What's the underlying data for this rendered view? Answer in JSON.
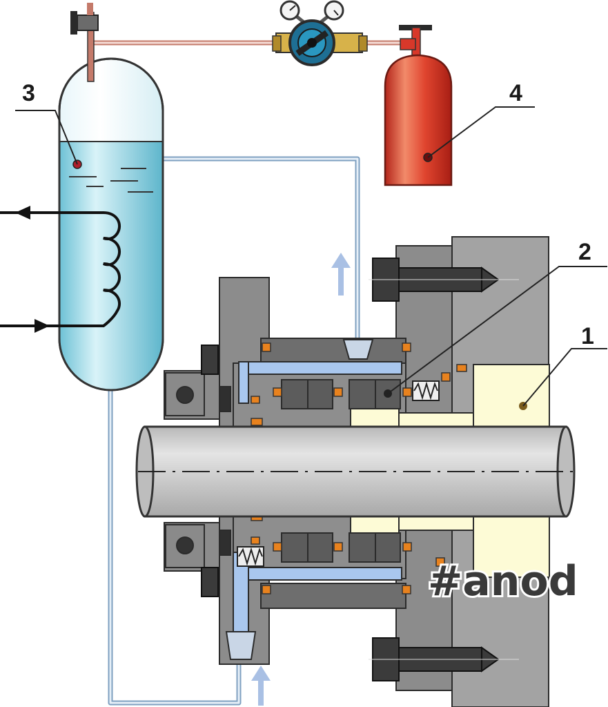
{
  "labels": {
    "one": "1",
    "two": "2",
    "three": "3",
    "four": "4"
  },
  "watermark": "#anod",
  "colors": {
    "housing": "#8c8c8c",
    "housing_dark": "#666666",
    "shaft": "#c9c9c9",
    "sleeve": "#fdfbd6",
    "barrier_fluid": "#a9c7ee",
    "seal_ring": "#e8821e",
    "tank_liquid": "#9fdbe6",
    "cylinder": "#d8382a",
    "bolt": "#3b3b3b"
  },
  "icons": [
    "pressure-gauge-icon",
    "valve-icon",
    "flow-arrow-icon",
    "spring-icon",
    "heat-coil-icon"
  ]
}
